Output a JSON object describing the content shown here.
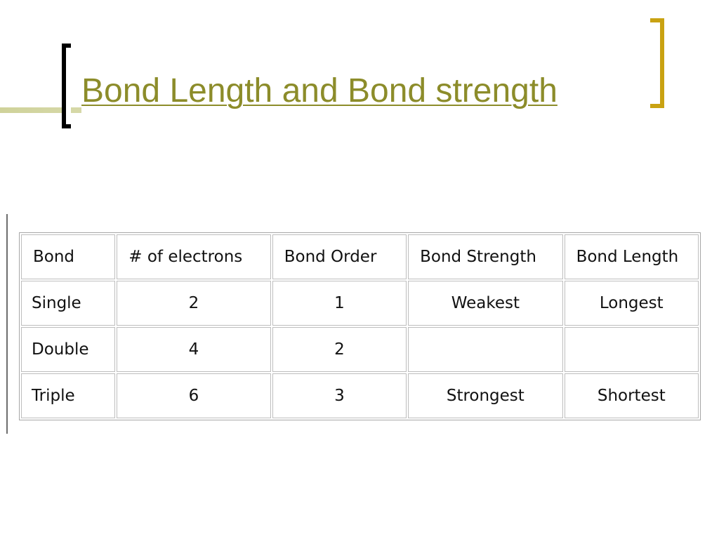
{
  "slide": {
    "title": "Bond Length and Bond strength",
    "accent_color": "#8c8c2a",
    "bracket_color": "#c9a212"
  },
  "table": {
    "headers": [
      "Bond",
      "# of electrons",
      "Bond Order",
      "Bond Strength",
      "Bond Length"
    ],
    "rows": [
      [
        "Single",
        "2",
        "1",
        "Weakest",
        "Longest"
      ],
      [
        "Double",
        "4",
        "2",
        "",
        ""
      ],
      [
        "Triple",
        "6",
        "3",
        "Strongest",
        "Shortest"
      ]
    ]
  }
}
